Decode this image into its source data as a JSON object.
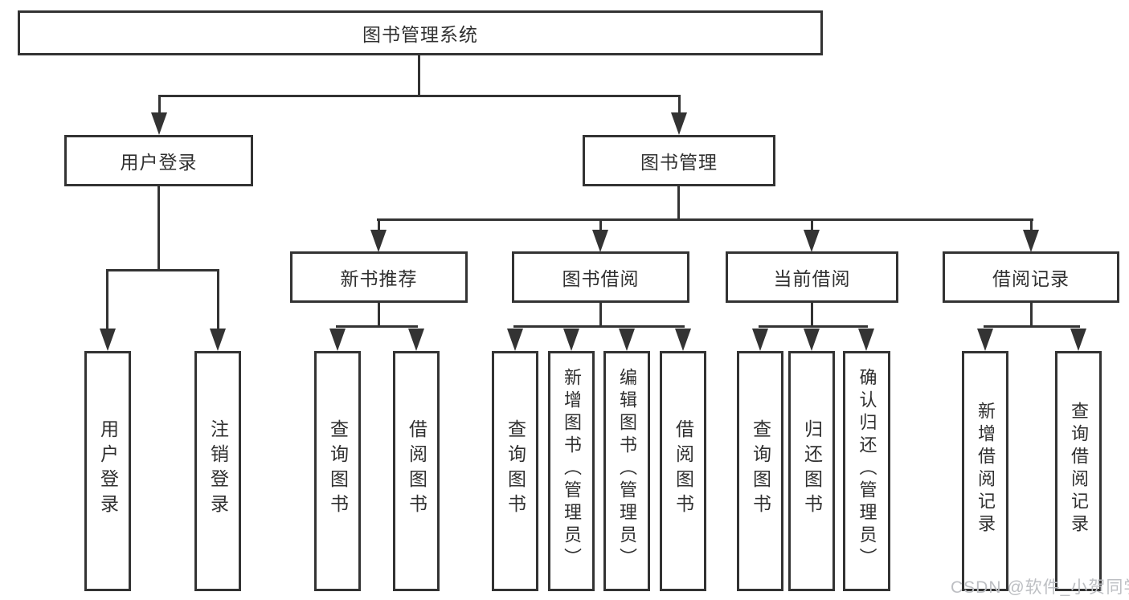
{
  "colors": {
    "line": "#333333",
    "text": "#303030",
    "background": "#ffffff",
    "watermark": "#bdbfc3"
  },
  "watermark": {
    "text": "CSDN @软件_小贺同学"
  },
  "diagram": {
    "root": {
      "label": "图书管理系统"
    },
    "branches": [
      {
        "label": "用户登录",
        "children": [
          {
            "label": "用户登录"
          },
          {
            "label": "注销登录"
          }
        ]
      },
      {
        "label": "图书管理",
        "children": [
          {
            "label": "新书推荐",
            "children": [
              {
                "label": "查询图书"
              },
              {
                "label": "借阅图书"
              }
            ]
          },
          {
            "label": "图书借阅",
            "children": [
              {
                "label": "查询图书"
              },
              {
                "label": "新增图书（管理员）"
              },
              {
                "label": "编辑图书（管理员）"
              },
              {
                "label": "借阅图书"
              }
            ]
          },
          {
            "label": "当前借阅",
            "children": [
              {
                "label": "查询图书"
              },
              {
                "label": "归还图书"
              },
              {
                "label": "确认归还（管理员）"
              }
            ]
          },
          {
            "label": "借阅记录",
            "children": [
              {
                "label": "新增借阅记录"
              },
              {
                "label": "查询借阅记录"
              }
            ]
          }
        ]
      }
    ]
  }
}
